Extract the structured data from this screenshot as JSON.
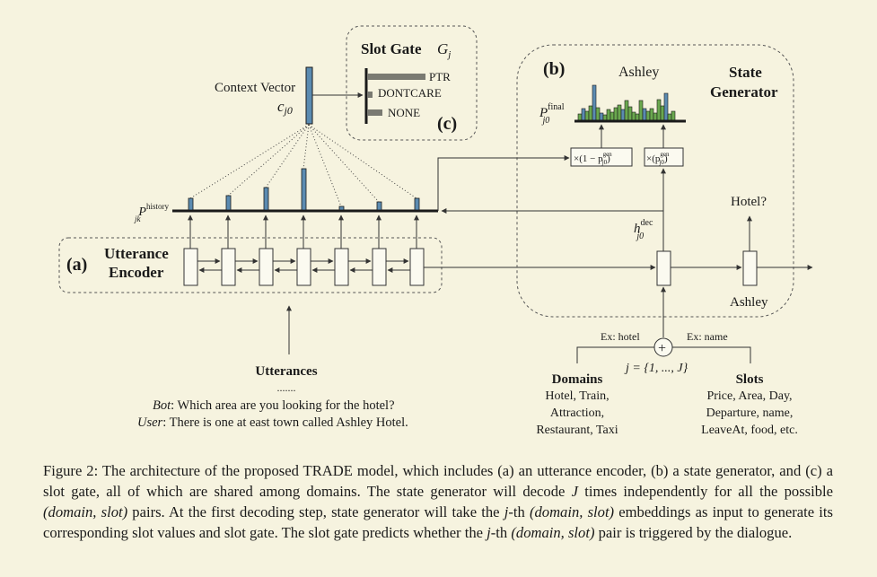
{
  "slot_gate": {
    "title": "Slot Gate",
    "symbol": "G",
    "symbol_sub": "j",
    "options": [
      "PTR",
      "DONTCARE",
      "NONE"
    ],
    "panel_label": "(c)"
  },
  "context_vector": {
    "label": "Context Vector",
    "symbol": "c",
    "symbol_sub": "j0"
  },
  "state_generator": {
    "panel_label": "(b)",
    "title_line1": "State",
    "title_line2": "Generator",
    "output_word": "Ashley",
    "p_final": {
      "base": "P",
      "sup": "final",
      "sub": "j0"
    },
    "gen_factor_left": "×(1 − p",
    "gen_factor_right": "×(p",
    "gen_sup": "gen",
    "gen_sub": "j0",
    "hidden": {
      "base": "h",
      "sup": "dec",
      "sub": "j0"
    },
    "next_output": "Hotel?",
    "next_input": "Ashley",
    "slots_count": "j = {1, ..., J}"
  },
  "p_history": {
    "base": "P",
    "sup": "history",
    "sub": "jk"
  },
  "encoder": {
    "panel_label": "(a)",
    "title_line1": "Utterance",
    "title_line2": "Encoder"
  },
  "utterances": {
    "title": "Utterances",
    "ellipsis": ".......",
    "bot_speaker": "Bot",
    "bot_text": ": Which area are you looking for the hotel?",
    "user_speaker": "User",
    "user_text": ": There is one at east town called Ashley Hotel."
  },
  "embedding": {
    "ex_domain": "Ex: hotel",
    "ex_slot": "Ex: name",
    "domains_title": "Domains",
    "domains_lines": [
      "Hotel, Train,",
      "Attraction,",
      "Restaurant, Taxi"
    ],
    "slots_title": "Slots",
    "slots_lines": [
      "Price, Area, Day,",
      "Departure, name,",
      "LeaveAt, food, etc."
    ]
  },
  "caption": {
    "p1": "Figure 2: The architecture of the proposed TRADE model, which includes (a) an utterance encoder, (b) a state generator, and (c) a slot gate, all of which are shared among domains. The state generator will decode ",
    "p2": "J",
    "p3": " times independently for all the possible ",
    "p4": "(domain, slot)",
    "p5": " pairs. At the first decoding step, state generator will take the ",
    "p6": "j",
    "p7": "-th ",
    "p8": "(domain, slot)",
    "p9": " embeddings as input to generate its corresponding slot values and slot gate. The slot gate predicts whether the ",
    "p10": "j",
    "p11": "-th ",
    "p12": "(domain, slot)",
    "p13": " pair is triggered by the dialogue."
  },
  "colors": {
    "background": "#f6f3df",
    "blue_bar": "#5b8bb1",
    "green_bar": "#6aa84f",
    "gate_bar": "#7a7a72",
    "line": "#1a1a1a"
  }
}
